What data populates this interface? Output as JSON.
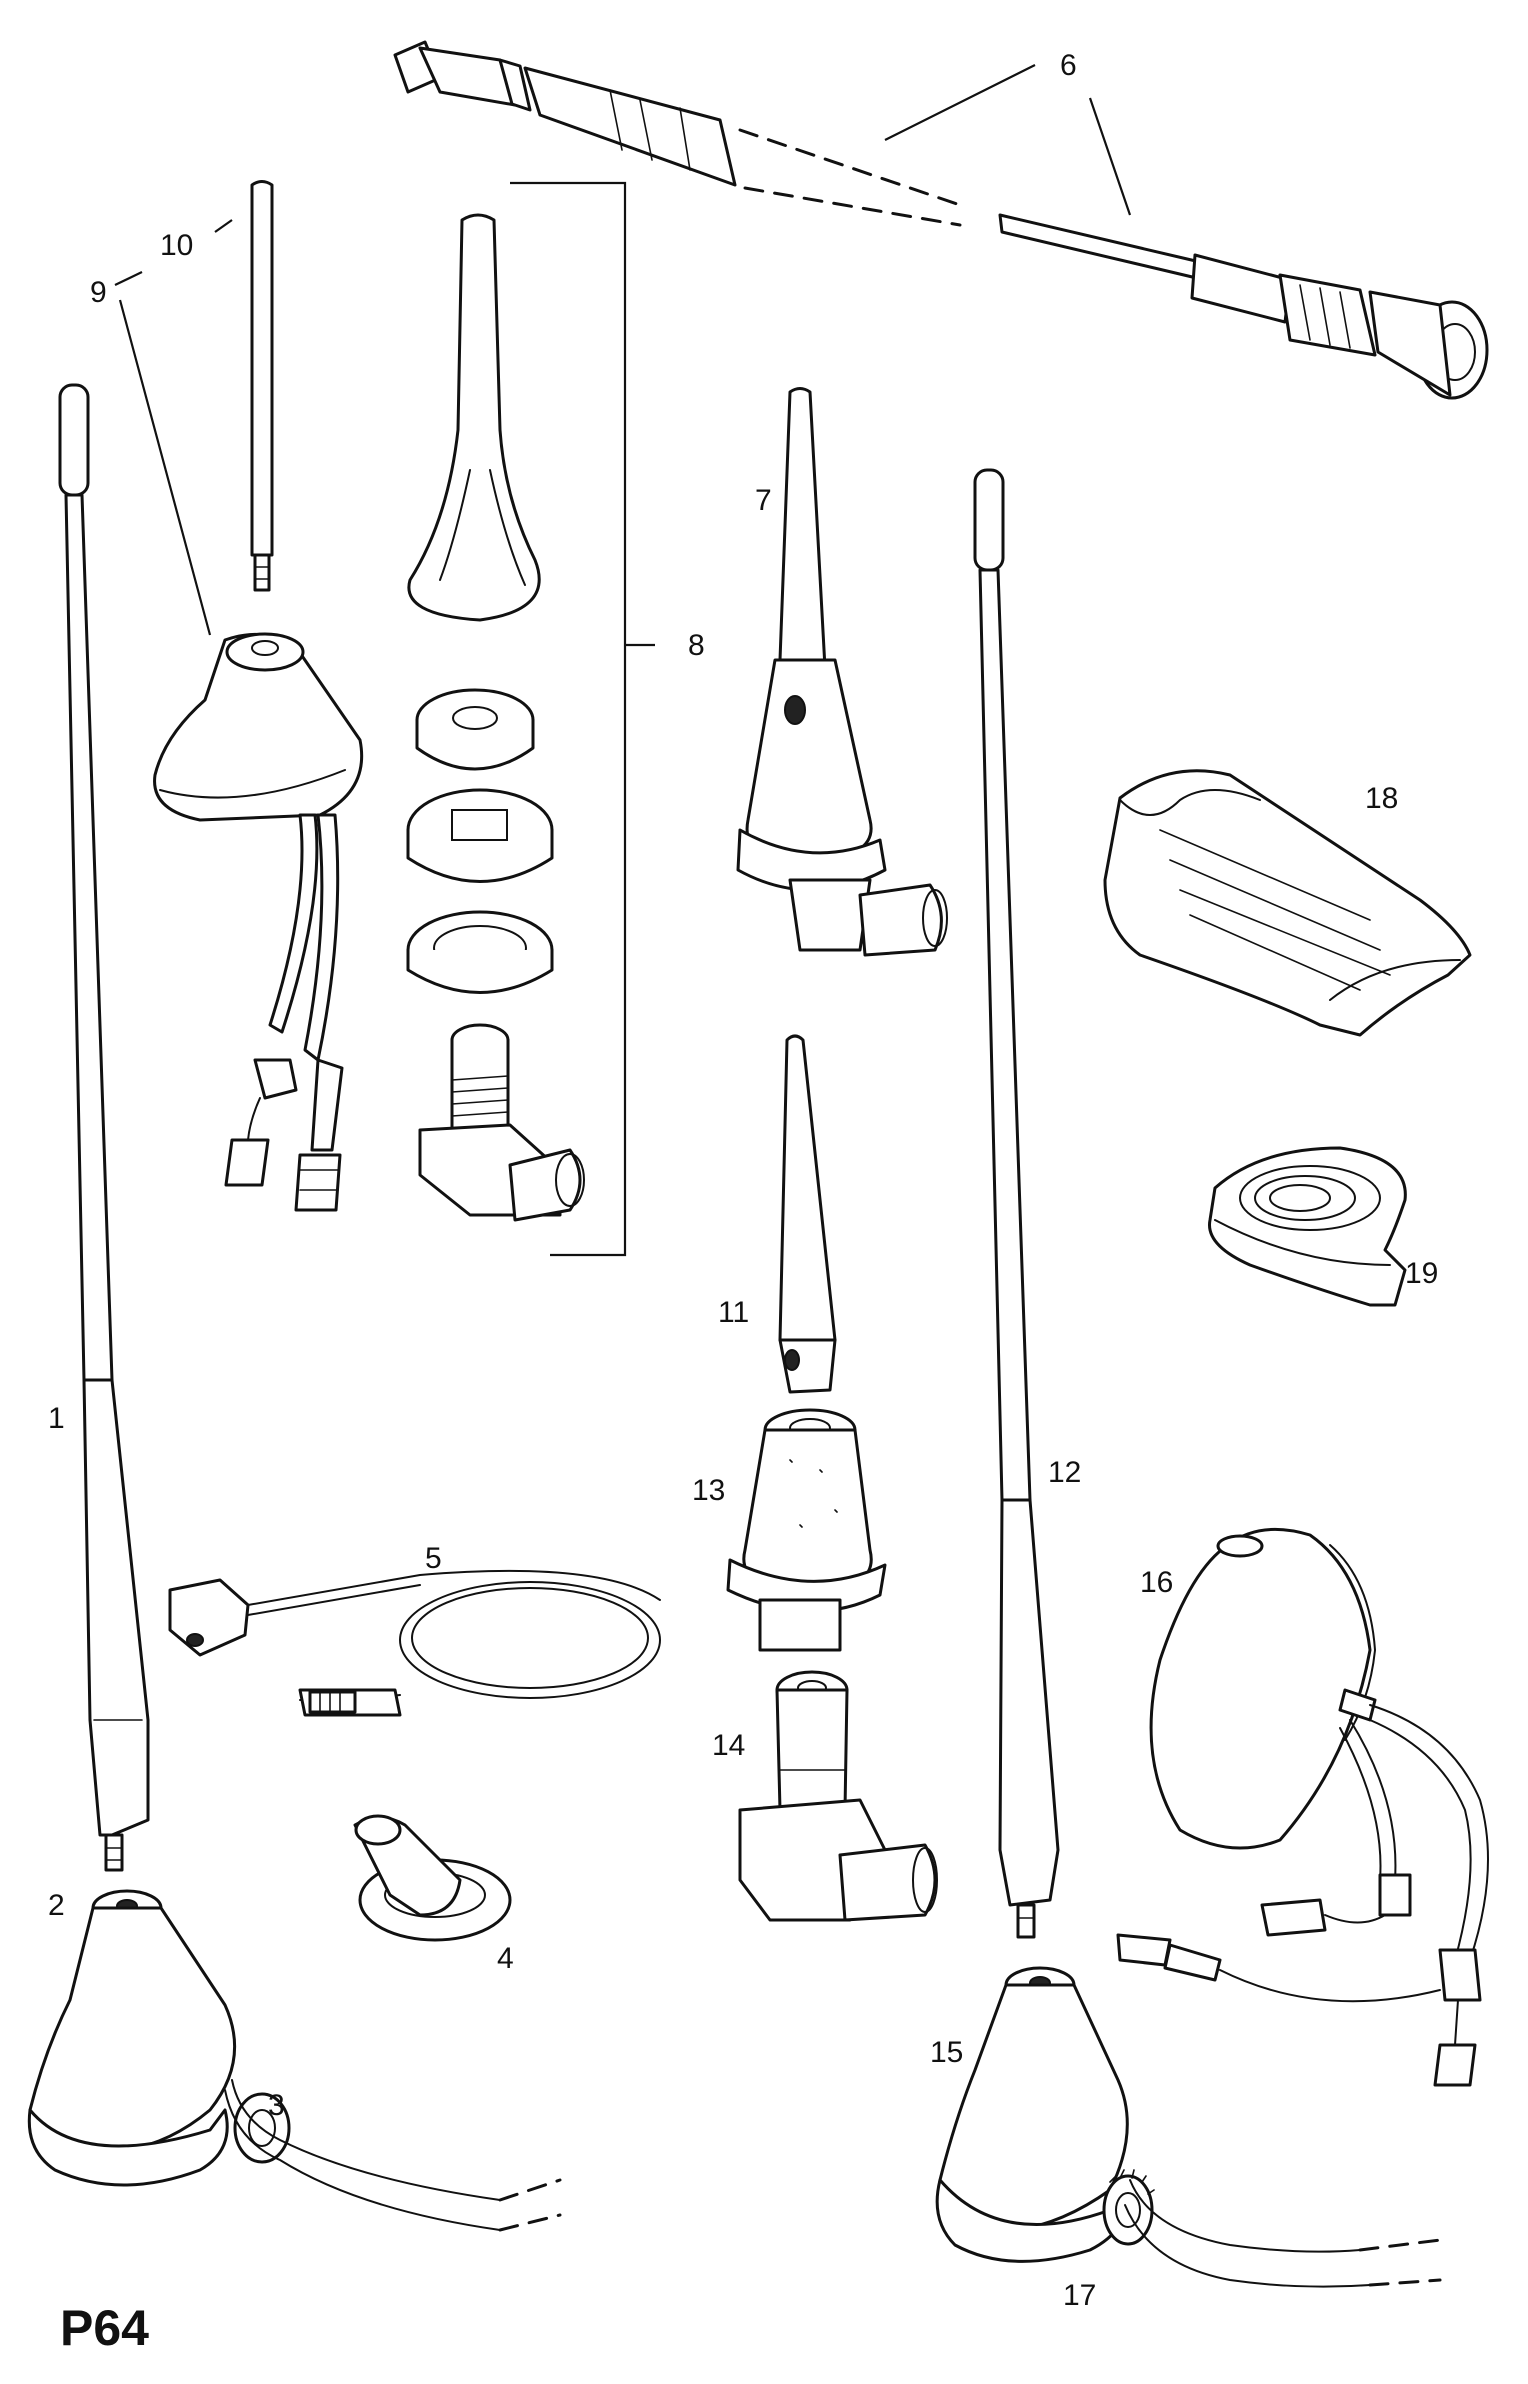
{
  "diagram": {
    "plate_id": "P64",
    "callouts": [
      "1",
      "2",
      "3",
      "4",
      "5",
      "6",
      "7",
      "8",
      "9",
      "10",
      "11",
      "12",
      "13",
      "14",
      "15",
      "16",
      "17",
      "18",
      "19"
    ]
  }
}
